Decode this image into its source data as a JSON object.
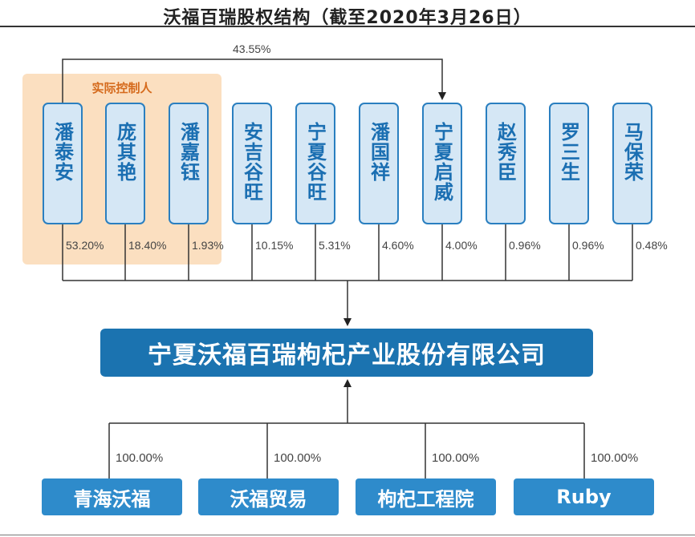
{
  "title": "沃福百瑞股权结构（截至2020年3月26日）",
  "controller_label": "实际控制人",
  "cross_holding_pct": "43.55%",
  "shareholders": [
    {
      "name": "潘泰安",
      "pct": "53.20%"
    },
    {
      "name": "庞其艳",
      "pct": "18.40%"
    },
    {
      "name": "潘嘉钰",
      "pct": "1.93%"
    },
    {
      "name": "安吉谷旺",
      "pct": "10.15%"
    },
    {
      "name": "宁夏谷旺",
      "pct": "5.31%"
    },
    {
      "name": "潘国祥",
      "pct": "4.60%"
    },
    {
      "name": "宁夏启威",
      "pct": "4.00%"
    },
    {
      "name": "赵秀臣",
      "pct": "0.96%"
    },
    {
      "name": "罗三生",
      "pct": "0.96%"
    },
    {
      "name": "马保荣",
      "pct": "0.48%"
    }
  ],
  "company": "宁夏沃福百瑞枸杞产业股份有限公司",
  "subsidiaries": [
    {
      "name": "青海沃福",
      "pct": "100.00%"
    },
    {
      "name": "沃福贸易",
      "pct": "100.00%"
    },
    {
      "name": "枸杞工程院",
      "pct": "100.00%"
    },
    {
      "name": "Ruby",
      "pct": "100.00%"
    }
  ],
  "colors": {
    "holder_fill": "#d5e7f5",
    "holder_border": "#2a7fc0",
    "company_fill": "#1b73b0",
    "subsidiary_fill": "#2e8bcb",
    "controller_fill": "#fbdfc0",
    "controller_text": "#d56a1c"
  }
}
